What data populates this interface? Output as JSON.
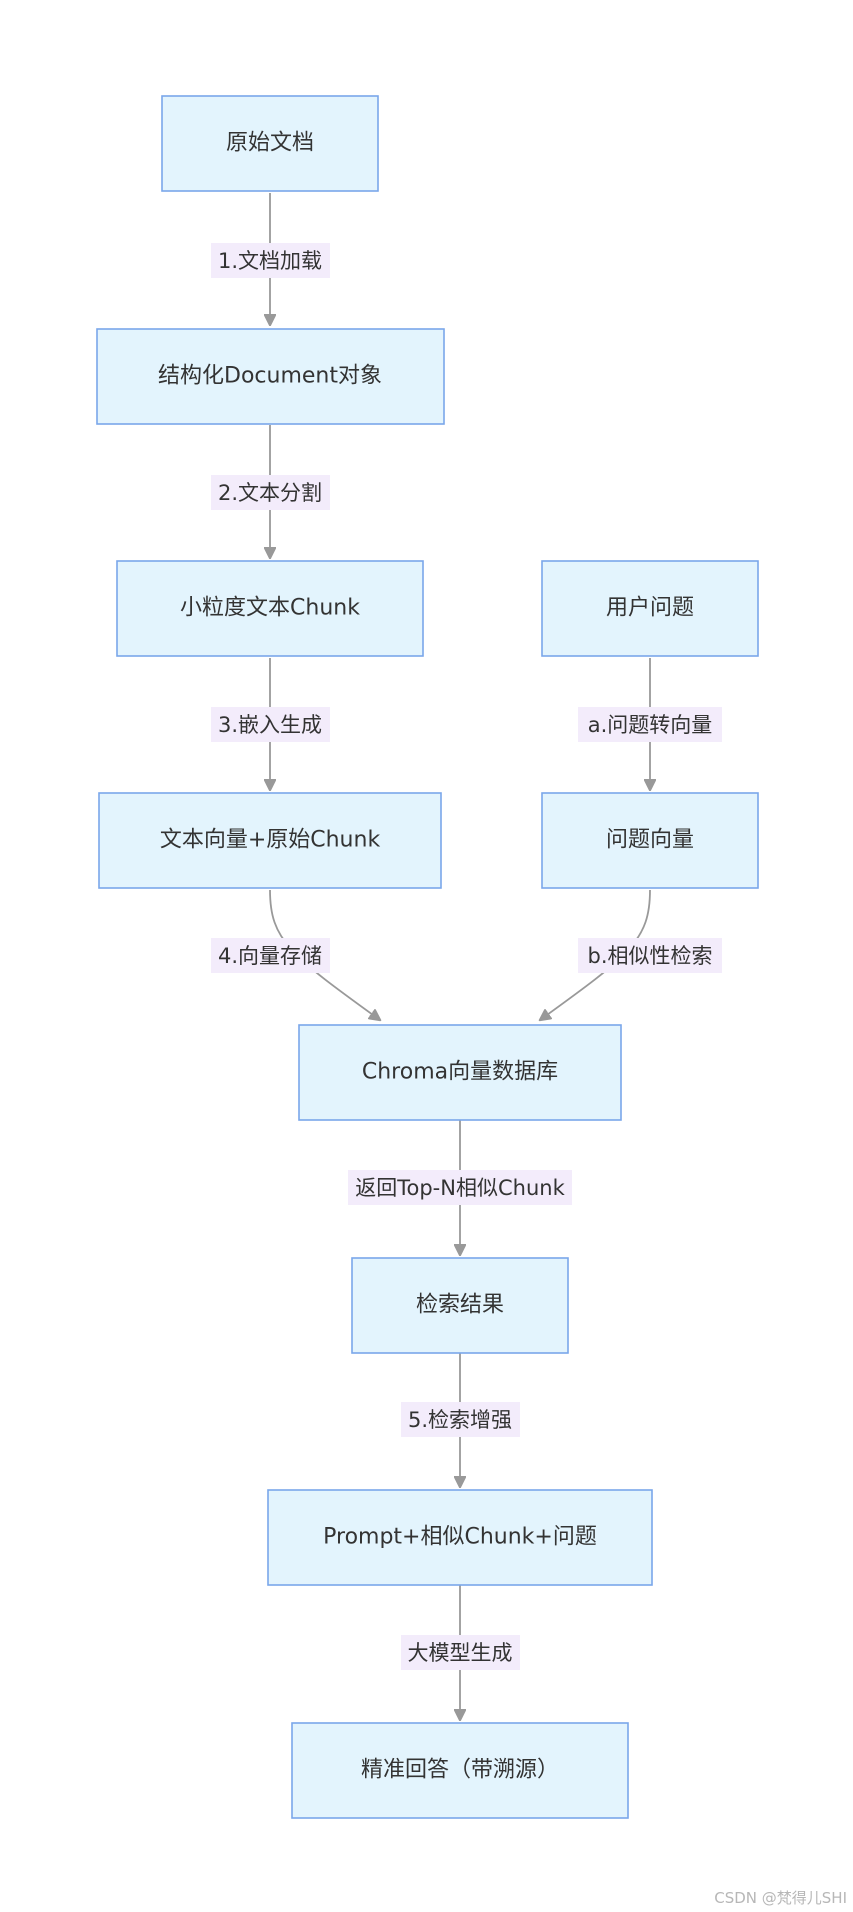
{
  "nodes": {
    "raw_doc": "原始文档",
    "structured_doc": "结构化Document对象",
    "small_chunk": "小粒度文本Chunk",
    "user_question": "用户问题",
    "text_vector": "文本向量+原始Chunk",
    "question_vector": "问题向量",
    "chroma_db": "Chroma向量数据库",
    "search_result": "检索结果",
    "prompt": "Prompt+相似Chunk+问题",
    "final_answer": "精准回答（带溯源）"
  },
  "edges": {
    "load": "1.文档加载",
    "split": "2.文本分割",
    "embed": "3.嵌入生成",
    "q_to_vec": "a.问题转向量",
    "store": "4.向量存储",
    "similarity": "b.相似性检索",
    "return_topn": "返回Top-N相似Chunk",
    "augment": "5.检索增强",
    "llm_gen": "大模型生成"
  },
  "watermark": "CSDN @梵得儿SHI",
  "colors": {
    "node_fill": "#e3f4fd",
    "node_border": "#7aa7ea",
    "edge": "#999999",
    "label_bg": "#f3ecfb",
    "text": "#333333"
  }
}
